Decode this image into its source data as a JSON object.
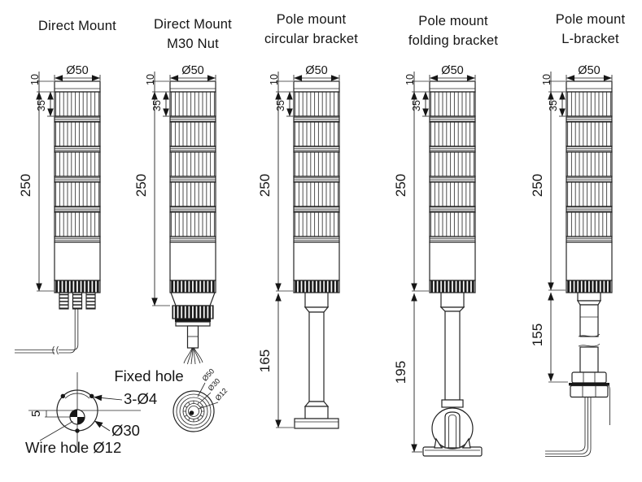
{
  "diagram": {
    "shared_dims": {
      "diameter": "Ø50",
      "cap_height": "10",
      "segment_height": "35",
      "tower_height": "250"
    },
    "variants": [
      {
        "title_line1": "Direct Mount",
        "title_line2": "",
        "pole_length": ""
      },
      {
        "title_line1": "Direct Mount",
        "title_line2": "M30 Nut",
        "pole_length": ""
      },
      {
        "title_line1": "Pole mount",
        "title_line2": "circular bracket",
        "pole_length": "165"
      },
      {
        "title_line1": "Pole mount",
        "title_line2": "folding bracket",
        "pole_length": "195"
      },
      {
        "title_line1": "Pole mount",
        "title_line2": "L-bracket",
        "pole_length": "155"
      }
    ],
    "base_bottom_view": {
      "fixed_hole_label": "Fixed hole",
      "fixed_hole_spec": "3-Ø4",
      "outer_diameter": "Ø30",
      "wire_hole_label": "Wire hole Ø12",
      "wire_hole_offset": "5"
    },
    "nut_bottom_view": {
      "labels": [
        "Ø50",
        "Ø30",
        "Ø12"
      ]
    },
    "colors": {
      "line": "#1c1c1c",
      "background": "#ffffff"
    }
  }
}
